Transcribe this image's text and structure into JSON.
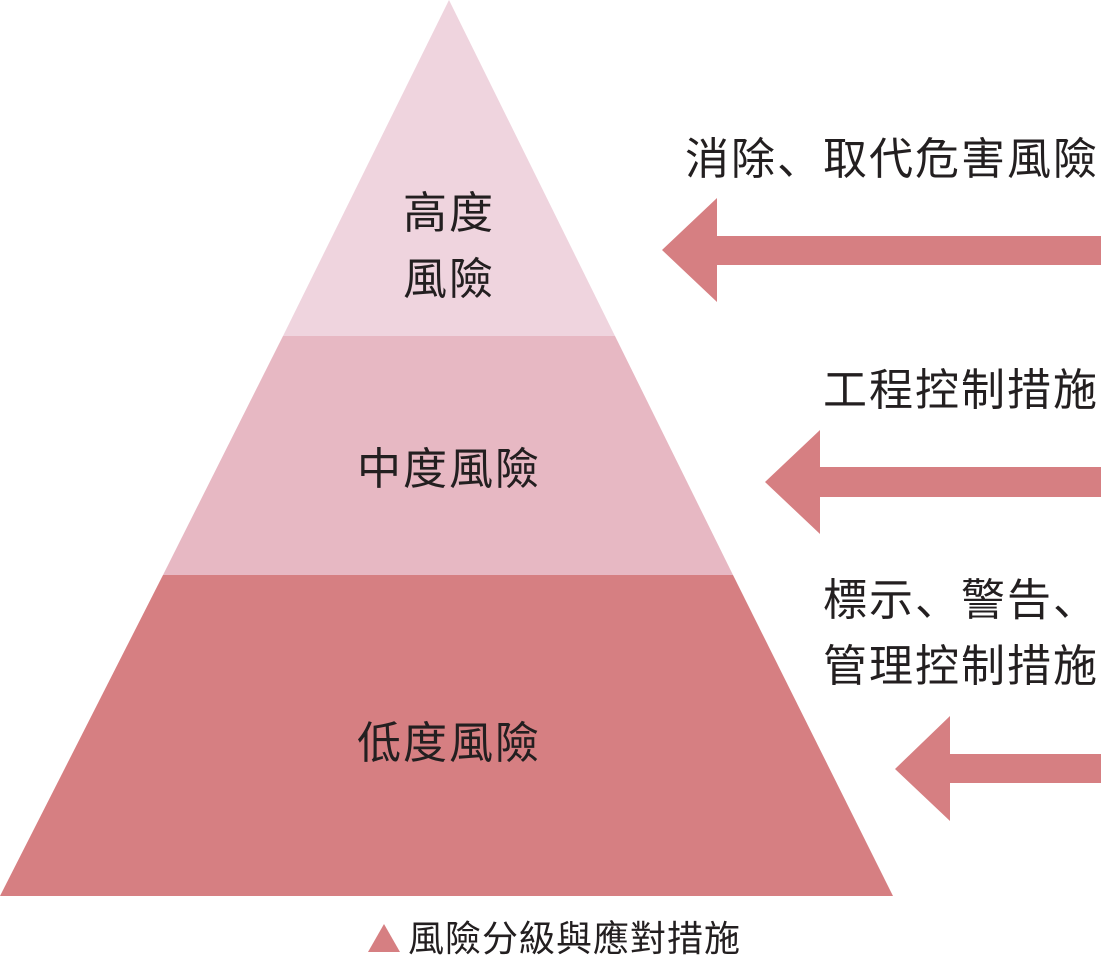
{
  "colors": {
    "tier_high": "#efd4de",
    "tier_medium": "#e7b8c3",
    "tier_low": "#d67f82",
    "arrow": "#d67f82",
    "text": "#231f20"
  },
  "tiers": {
    "high": {
      "line1": "高度",
      "line2": "風險"
    },
    "medium": {
      "label": "中度風險"
    },
    "low": {
      "label": "低度風險"
    }
  },
  "measures": {
    "high": {
      "label": "消除、取代危害風險"
    },
    "medium": {
      "label": "工程控制措施"
    },
    "low": {
      "line1": "標示、警告、",
      "line2": "管理控制措施"
    }
  },
  "caption": {
    "text": "風險分級與應對措施",
    "marker_icon": "triangle-icon"
  }
}
